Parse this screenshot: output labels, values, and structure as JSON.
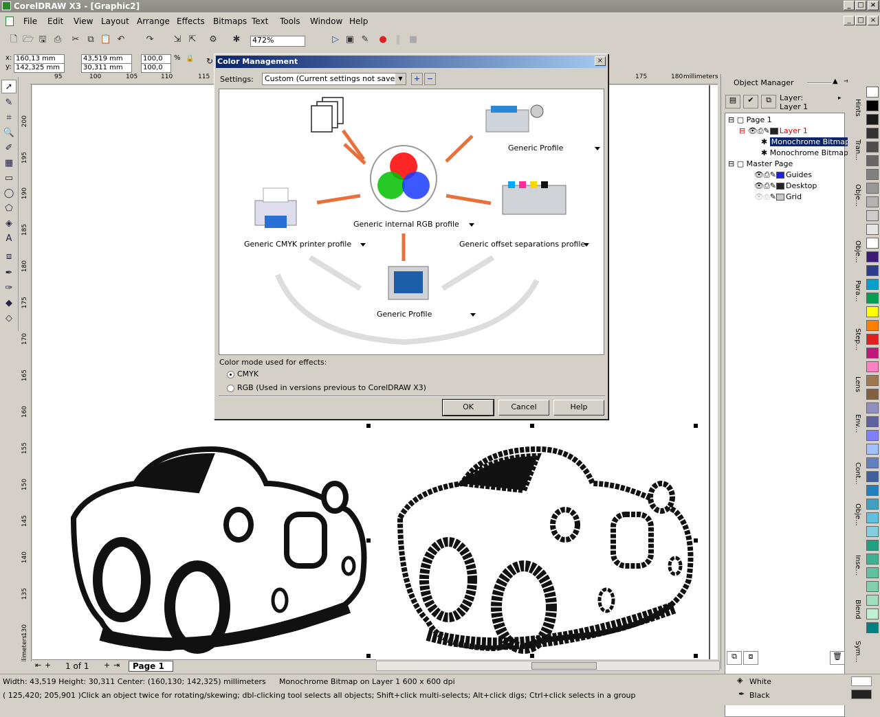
{
  "app": {
    "title": "CorelDRAW X3 - [Graphic2]"
  },
  "menu": [
    "File",
    "Edit",
    "View",
    "Layout",
    "Arrange",
    "Effects",
    "Bitmaps",
    "Text",
    "Tools",
    "Window",
    "Help"
  ],
  "toolbar": {
    "zoom": "472%"
  },
  "propbar": {
    "x": "160,13 mm",
    "y": "142,325 mm",
    "w": "43,519 mm",
    "h": "30,311 mm",
    "sx": "100,0",
    "sy": "100,0",
    "pct": "%"
  },
  "ruler": {
    "h_ticks": [
      "95",
      "100",
      "105",
      "110",
      "115",
      "175",
      "180"
    ],
    "units": "millimeters",
    "v_ticks": [
      "200",
      "195",
      "190",
      "185",
      "180",
      "175",
      "170",
      "165",
      "160",
      "155",
      "150",
      "145",
      "140",
      "135",
      "130"
    ],
    "v_units": "millimeters"
  },
  "dialog": {
    "title": "Color Management",
    "settings_label": "Settings:",
    "settings_value": "Custom (Current settings not saved)",
    "profiles": {
      "generic_profile_top": "Generic Profile",
      "internal_rgb": "Generic internal RGB profile",
      "cmyk_printer": "Generic CMYK printer profile",
      "offset_sep": "Generic offset separations profile",
      "generic_profile_bottom": "Generic Profile"
    },
    "effects_label": "Color mode used for effects:",
    "opt_cmyk": "CMYK",
    "opt_rgb": "RGB (Used in versions previous to CorelDRAW X3)",
    "selected": "CMYK",
    "ok": "OK",
    "cancel": "Cancel",
    "help": "Help"
  },
  "pagebar": {
    "count": "1 of 1",
    "tab": "Page 1"
  },
  "object_manager": {
    "title": "Object Manager",
    "layer_label": "Layer:",
    "layer_value": "Layer 1",
    "tree": {
      "page1": "Page 1",
      "layer1": "Layer 1",
      "bmp1": "Monochrome Bitmap",
      "bmp2": "Monochrome Bitmap",
      "master": "Master Page",
      "guides": "Guides",
      "desktop": "Desktop",
      "grid": "Grid"
    },
    "colors": {
      "layer1": "#222222",
      "guides": "#2020e0",
      "desktop": "#222222",
      "grid": "#c8c8c8"
    }
  },
  "docker_tabs": [
    "Hints",
    "Tran...",
    "Obje...",
    "Obje...",
    "Para...",
    "Step...",
    "Lens",
    "Env...",
    "Cont...",
    "Obje...",
    "Inse...",
    "Blend",
    "Sym..."
  ],
  "palette": [
    "#ffffff",
    "#000000",
    "#1a1a1a",
    "#333333",
    "#4d4d4d",
    "#666666",
    "#808080",
    "#999999",
    "#b3b3b3",
    "#cccccc",
    "#e6e6e6",
    "#ffffff",
    "#3d1a78",
    "#2d3c8f",
    "#00a0c8",
    "#00a050",
    "#ffff00",
    "#ff8000",
    "#e02020",
    "#c0187a",
    "#ff80c0",
    "#a07850",
    "#806040",
    "#9090c0",
    "#6060a0",
    "#8080ff",
    "#a0c0ff",
    "#6080c0",
    "#4060a0",
    "#2080c0",
    "#40a0c0",
    "#60c0e0",
    "#80d0e0",
    "#20a080",
    "#40b090",
    "#60c0a0",
    "#80d0b0",
    "#a0e0c0",
    "#c0f0d0",
    "#008080"
  ],
  "status": {
    "line1": "Width: 43,519  Height: 30,311  Center: (160,130; 142,325)  millimeters",
    "object": "Monochrome Bitmap on Layer 1 600 x 600 dpi",
    "coords": "( 125,420; 205,901 )",
    "hint": "Click an object twice for rotating/skewing; dbl-clicking tool selects all objects; Shift+click multi-selects; Alt+click digs; Ctrl+click selects in a group",
    "fill": "White",
    "outline": "Black"
  }
}
